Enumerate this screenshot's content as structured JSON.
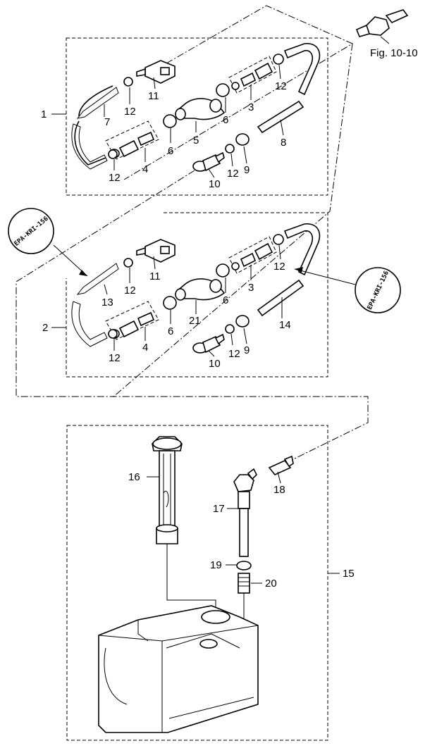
{
  "diagram": {
    "callouts": {
      "c1": "1",
      "c2": "2",
      "c3a": "3",
      "c3b": "3",
      "c4a": "4",
      "c4b": "4",
      "c5": "5",
      "c6a": "6",
      "c6b": "6",
      "c6c": "6",
      "c6d": "6",
      "c7": "7",
      "c8": "8",
      "c9a": "9",
      "c9b": "9",
      "c10a": "10",
      "c10b": "10",
      "c11a": "11",
      "c11b": "11",
      "c12a": "12",
      "c12b": "12",
      "c12c": "12",
      "c12d": "12",
      "c12e": "12",
      "c12f": "12",
      "c12g": "12",
      "c12h": "12",
      "c13": "13",
      "c14": "14",
      "c15": "15",
      "c16": "16",
      "c17": "17",
      "c18": "18",
      "c19": "19",
      "c20": "20",
      "c21": "21"
    },
    "reference": "Fig. 10-10",
    "stamp_text": "EPA-KRI-156"
  }
}
